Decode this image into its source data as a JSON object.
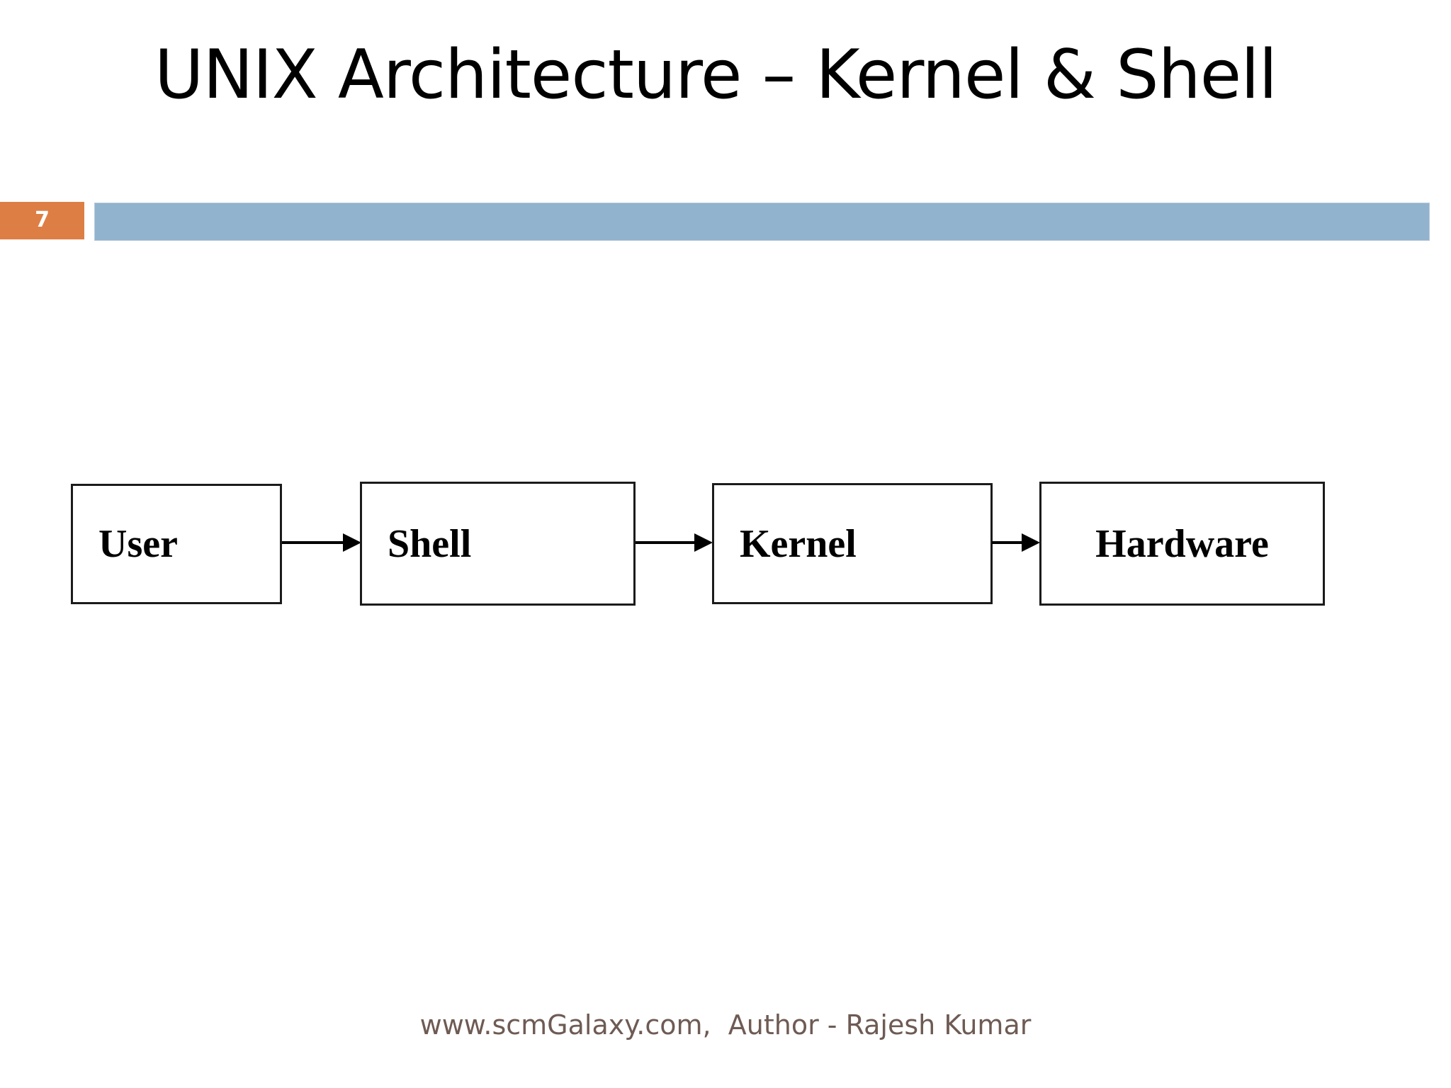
{
  "slide": {
    "title": "UNIX Architecture – Kernel & Shell",
    "page_number": "7",
    "footer": "www.scmGalaxy.com,  Author - Rajesh Kumar"
  },
  "theme": {
    "page_badge_color": "#DD7F45",
    "header_rule_color": "#92B3CE",
    "title_color": "#000000",
    "footer_color": "#6E5B54",
    "box_border_color": "#1B1B1B",
    "arrow_color": "#000000",
    "background": "#FFFFFF"
  },
  "chart_data": {
    "type": "diagram",
    "title": "UNIX Architecture – Kernel & Shell",
    "layout": "horizontal-flow",
    "nodes": [
      {
        "id": "user",
        "label": "User"
      },
      {
        "id": "shell",
        "label": "Shell"
      },
      {
        "id": "kernel",
        "label": "Kernel"
      },
      {
        "id": "hardware",
        "label": "Hardware"
      }
    ],
    "edges": [
      {
        "from": "user",
        "to": "shell",
        "style": "arrow"
      },
      {
        "from": "shell",
        "to": "kernel",
        "style": "arrow"
      },
      {
        "from": "kernel",
        "to": "hardware",
        "style": "arrow"
      }
    ]
  }
}
